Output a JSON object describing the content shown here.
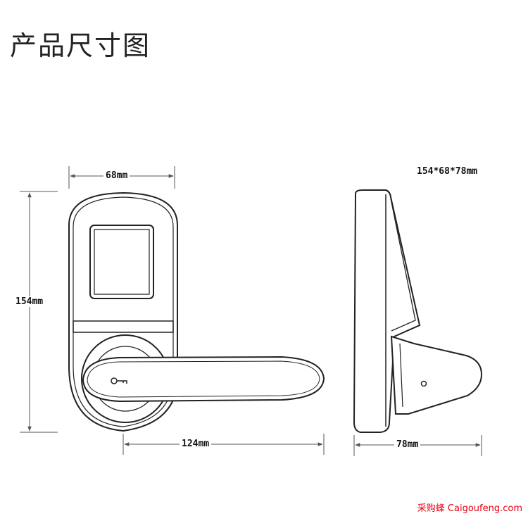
{
  "title": "产品尺寸图",
  "spec": "154*68*78mm",
  "dimensions": {
    "width_label": "68mm",
    "height_label": "154mm",
    "handle_label": "124mm",
    "depth_label": "78mm"
  },
  "watermark": {
    "brand": "采购蜂",
    "site": "Caigoufeng.com"
  }
}
